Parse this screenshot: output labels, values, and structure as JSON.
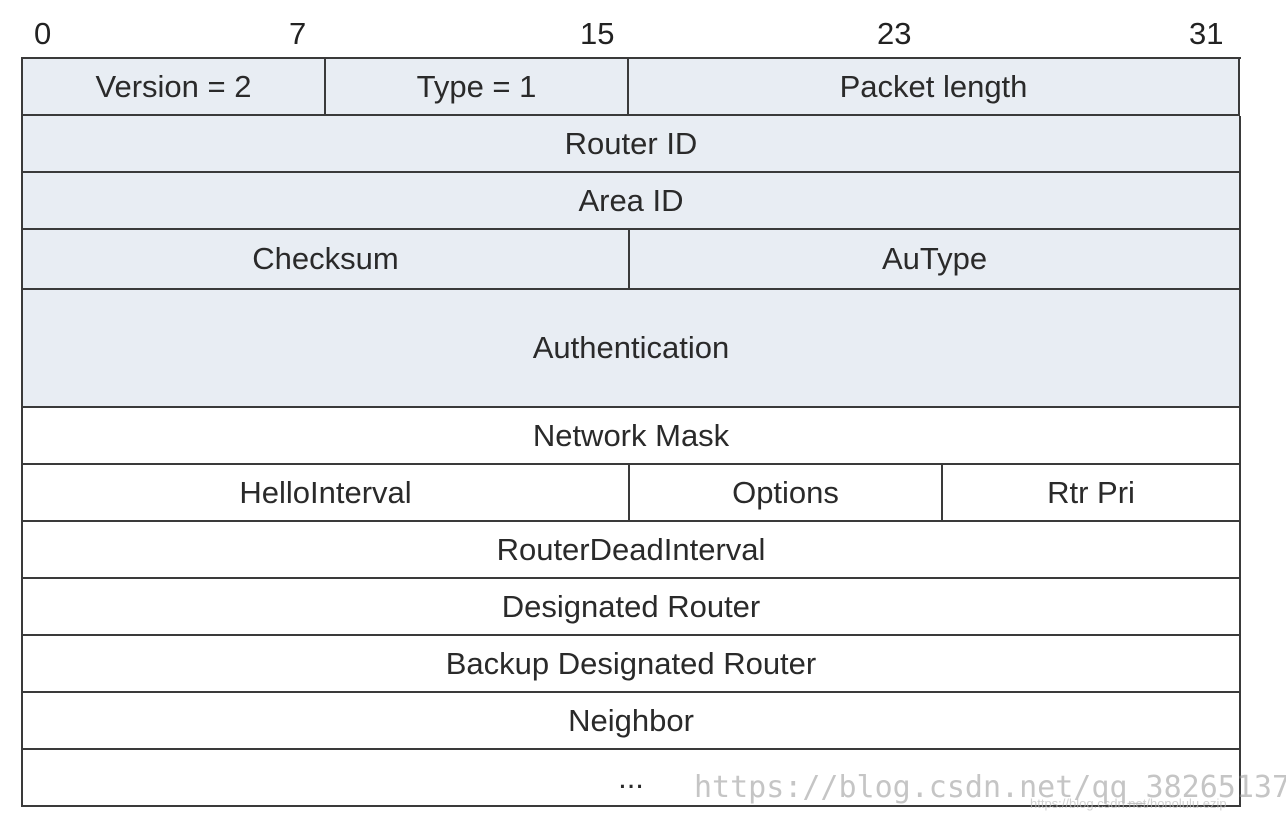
{
  "bit_ruler": [
    "0",
    "7",
    "15",
    "23",
    "31"
  ],
  "rows": {
    "version": "Version = 2",
    "type": "Type = 1",
    "packet_length": "Packet length",
    "router_id": "Router ID",
    "area_id": "Area ID",
    "checksum": "Checksum",
    "autype": "AuType",
    "authentication": "Authentication",
    "network_mask": "Network Mask",
    "hello_interval": "HelloInterval",
    "options": "Options",
    "rtr_pri": "Rtr Pri",
    "router_dead_interval": "RouterDeadInterval",
    "designated_router": "Designated Router",
    "backup_designated_router": "Backup Designated Router",
    "neighbor": "Neighbor",
    "ellipsis": "..."
  },
  "watermark": {
    "main": "https://blog.csdn.net/qq_38265137",
    "secondary": "https://blog.csdn.net/honolulu.ezip"
  },
  "colors": {
    "header_fill": "#e8edf3",
    "body_fill": "#ffffff",
    "border": "#3a3a3a"
  }
}
